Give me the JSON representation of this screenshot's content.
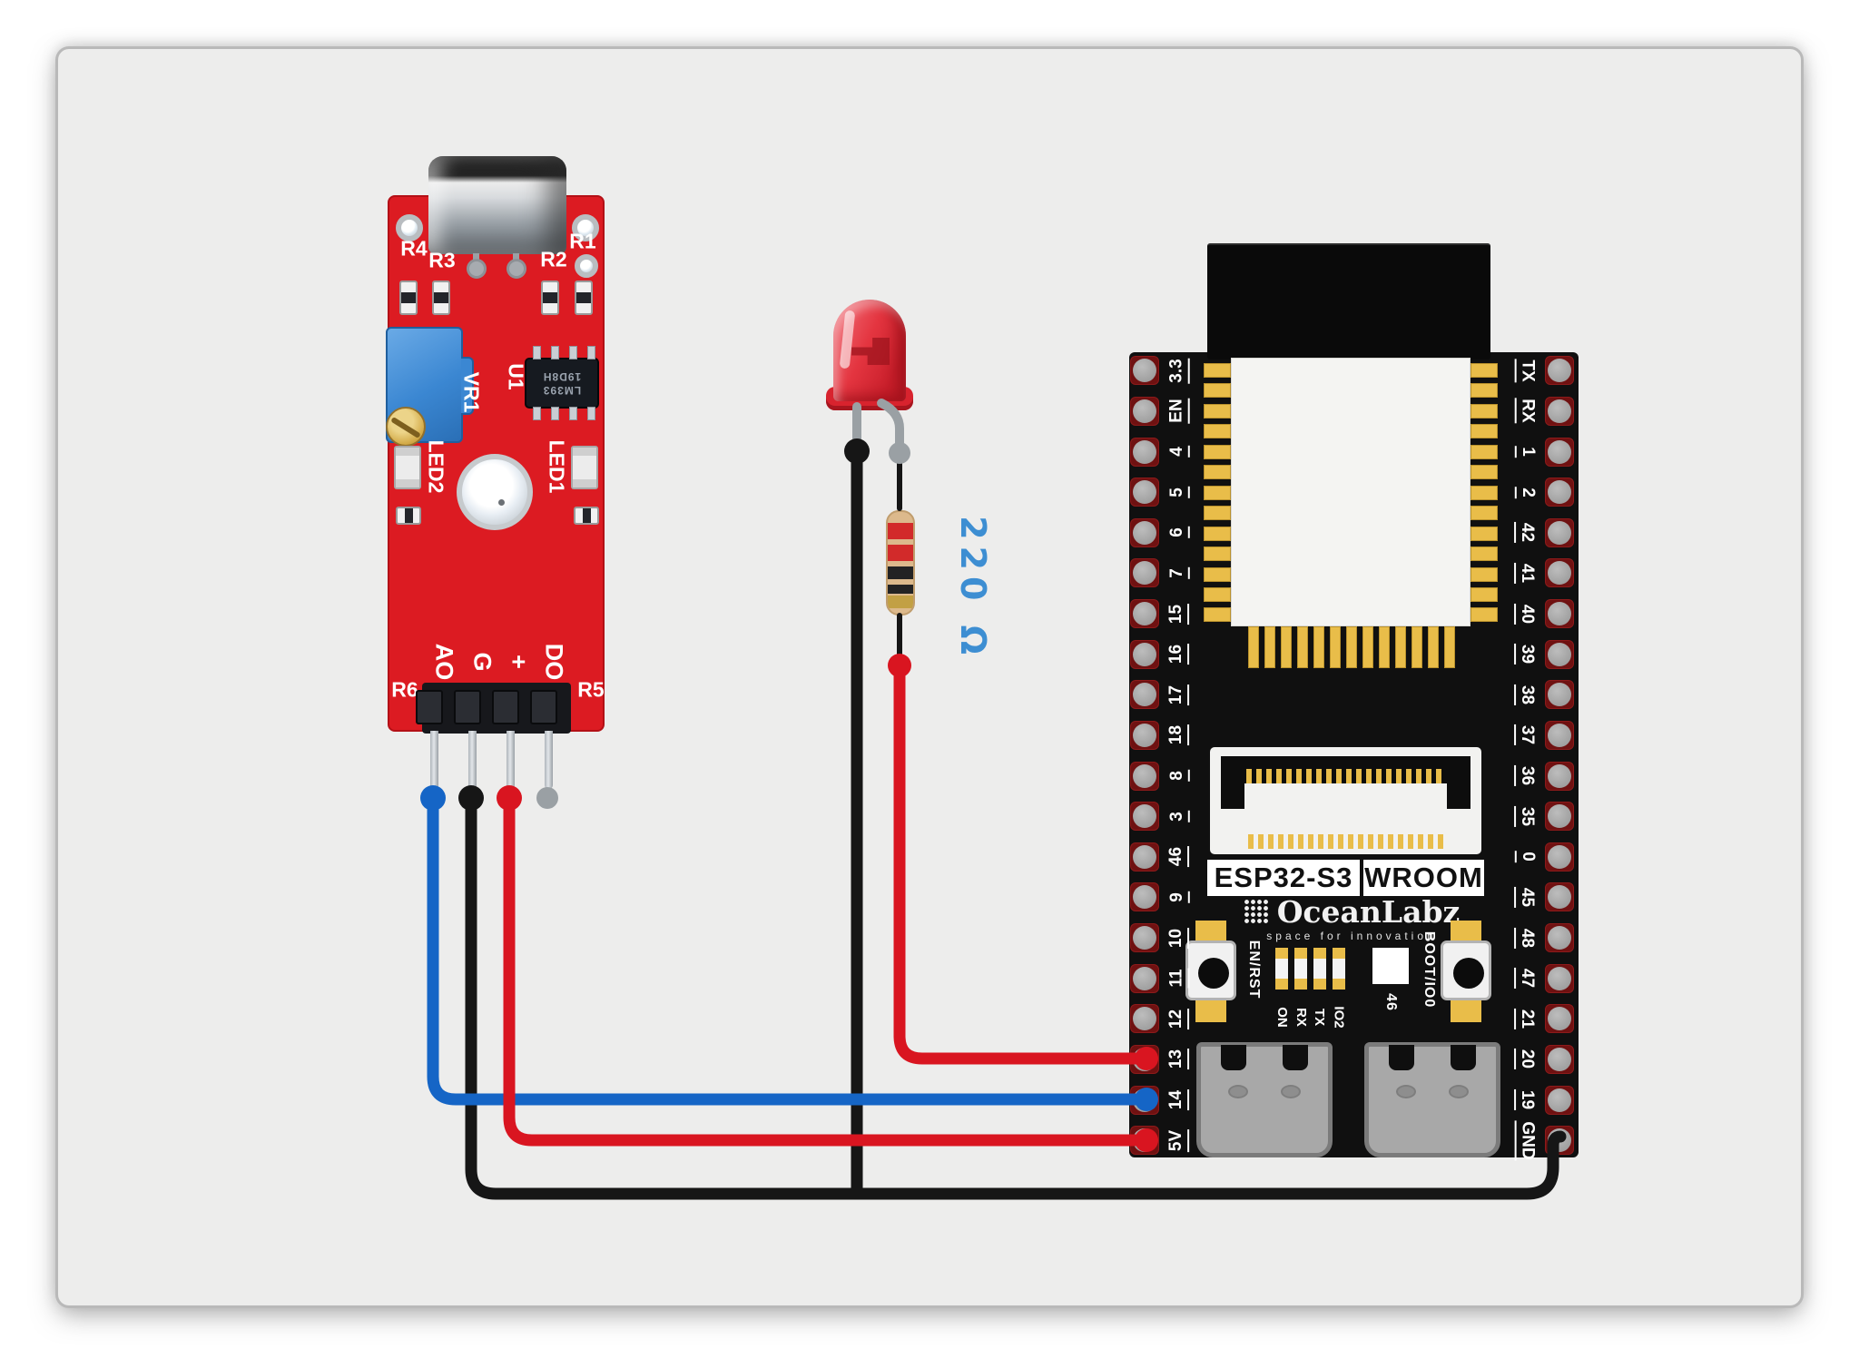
{
  "sensor": {
    "ref_r4": "R4",
    "ref_r3": "R3",
    "ref_r2": "R2",
    "ref_r1": "R1",
    "ref_vr1": "VR1",
    "ref_u1": "U1",
    "ic_line1": "LM393",
    "ic_line2": "19D8H",
    "ref_led2": "LED2",
    "ref_led1": "LED1",
    "ref_r6": "R6",
    "ref_r5": "R5",
    "pin_ao": "AO",
    "pin_g": "G",
    "pin_plus": "+",
    "pin_do": "DO"
  },
  "resistor": {
    "label": "220 Ω",
    "bands": [
      "red",
      "red",
      "black",
      "black",
      "gold"
    ]
  },
  "esp32": {
    "left_pins": [
      "3.3",
      "EN",
      "4",
      "5",
      "6",
      "7",
      "15",
      "16",
      "17",
      "18",
      "8",
      "3",
      "46",
      "9",
      "10",
      "11",
      "12",
      "13",
      "14",
      "5V"
    ],
    "right_pins": [
      "TX",
      "RX",
      "1",
      "2",
      "42",
      "41",
      "40",
      "39",
      "38",
      "37",
      "36",
      "35",
      "0",
      "45",
      "48",
      "47",
      "21",
      "20",
      "19",
      "GND"
    ],
    "chip_label": "ESP32-S3",
    "module_label": "WROOM",
    "brand": "OceanLabz",
    "tagline": "space for innovation",
    "btn_en": "EN/RST",
    "btn_boot": "BOOT/IO0",
    "status_leds": [
      "ON",
      "RX",
      "TX",
      "IO2"
    ],
    "led46_label": "46"
  },
  "wires": [
    {
      "color": "blue",
      "from": "sensor AO",
      "to": "esp32 pin 14"
    },
    {
      "color": "black",
      "from": "sensor G",
      "to": "ground bus / esp32 GND"
    },
    {
      "color": "red",
      "from": "sensor +",
      "to": "esp32 5V"
    },
    {
      "color": "black",
      "from": "led cathode",
      "to": "ground bus"
    },
    {
      "color": "red",
      "from": "led anode via 220Ω resistor",
      "to": "esp32 pin 13"
    }
  ],
  "colors": {
    "wire_red": "#d91520",
    "wire_blue": "#1565c6",
    "wire_black": "#161616",
    "pcb_red": "#dc1b22",
    "trimmer_blue": "#3b87d2",
    "gold": "#e9bd49",
    "label_blue": "#3d8ed2"
  }
}
